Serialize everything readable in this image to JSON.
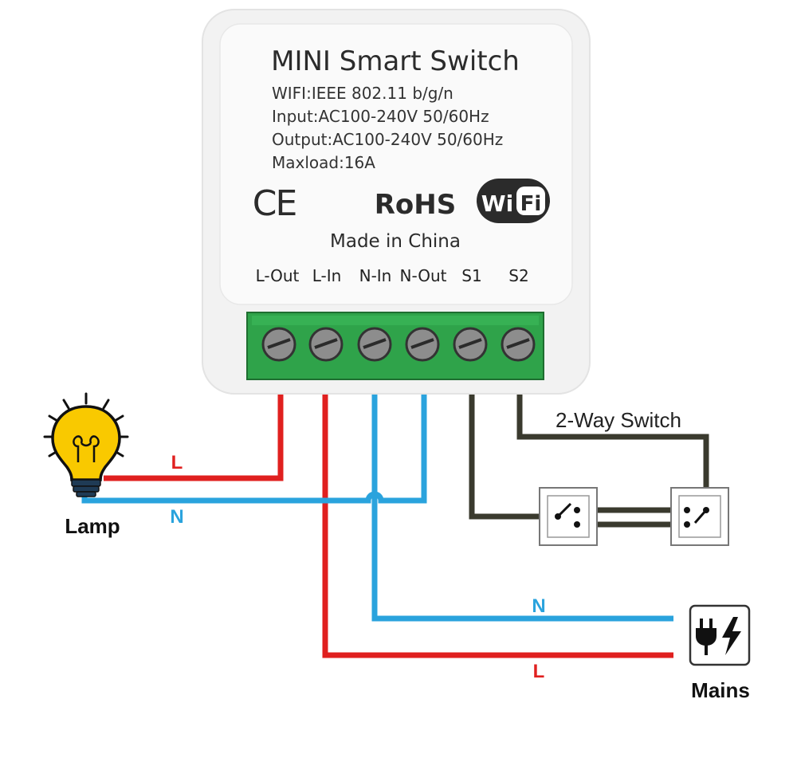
{
  "device": {
    "title": "MINI Smart Switch",
    "specs": [
      "WIFI:IEEE 802.11 b/g/n",
      "Input:AC100-240V 50/60Hz",
      "Output:AC100-240V 50/60Hz",
      "Maxload:16A"
    ],
    "cert_ce": "CE",
    "cert_rohs": "RoHS",
    "wifi_logo": {
      "part1": "Wi",
      "part2": "Fi"
    },
    "made_in": "Made in China",
    "terminals": [
      "L-Out",
      "L-In",
      "N-In",
      "N-Out",
      "S1",
      "S2"
    ]
  },
  "wires": {
    "live_label": "L",
    "neutral_label": "N",
    "colors": {
      "live": "#e0201f",
      "neutral": "#2aa3dd",
      "switch": "#3a3a2e"
    }
  },
  "labels": {
    "lamp": "Lamp",
    "mains": "Mains",
    "two_way_switch": "2-Way Switch"
  },
  "icons": {
    "lamp": "lightbulb-icon",
    "mains": "plug-lightning-icon"
  }
}
